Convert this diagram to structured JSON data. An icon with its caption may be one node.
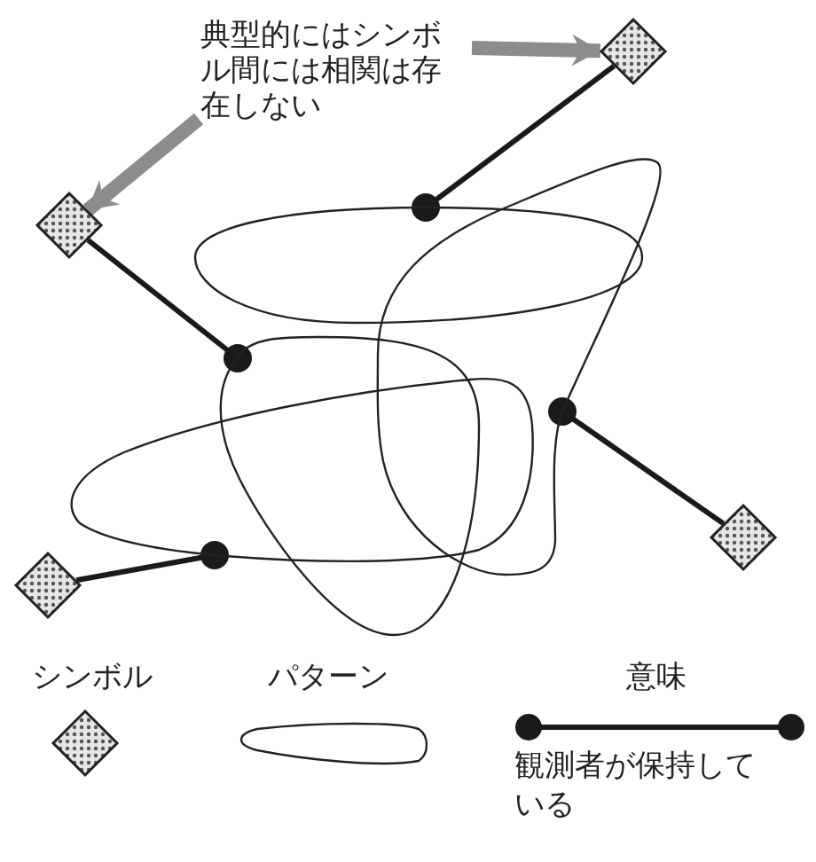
{
  "diagram": {
    "nodes": [
      {
        "text": [
          "典型的にはシンボル間には相関は存在しない"
        ]
      },
      {
        "text": [],
        "shape": "diamond"
      },
      {
        "text": [],
        "shape": "diamond"
      },
      {
        "text": [],
        "shape": "diamond"
      },
      {
        "text": [],
        "shape": "diamond"
      },
      {
        "text": [],
        "shape": "loop"
      },
      {
        "text": [],
        "shape": "loop"
      },
      {
        "text": [],
        "shape": "loop"
      },
      {
        "text": [],
        "shape": "loop"
      }
    ],
    "edges": [
      {
        "from": 0,
        "to": 1,
        "arrow": "to",
        "style": "thick",
        "color": "#8c8c8c"
      },
      {
        "from": 0,
        "to": 2,
        "arrow": "to",
        "style": "thick",
        "color": "#8c8c8c"
      },
      {
        "from": 1,
        "to": 5,
        "arrow": "other"
      },
      {
        "from": 2,
        "to": 6,
        "arrow": "other"
      },
      {
        "from": 3,
        "to": 7,
        "arrow": "other"
      },
      {
        "from": 4,
        "to": 8,
        "arrow": "other"
      }
    ],
    "labels": [
      "観測者が保持している"
    ],
    "legend": [
      {
        "text": "シンボル"
      },
      {
        "text": "パターン"
      },
      {
        "text": "意味"
      }
    ]
  }
}
